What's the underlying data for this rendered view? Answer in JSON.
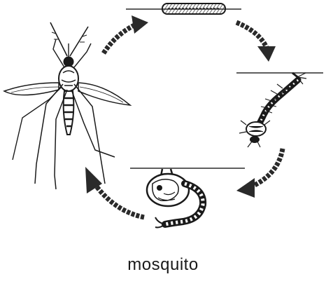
{
  "caption": "mosquito",
  "colors": {
    "ink": "#2a2a2a",
    "paper": "#ffffff"
  },
  "stages": [
    "egg-raft",
    "larva",
    "pupa",
    "adult"
  ]
}
